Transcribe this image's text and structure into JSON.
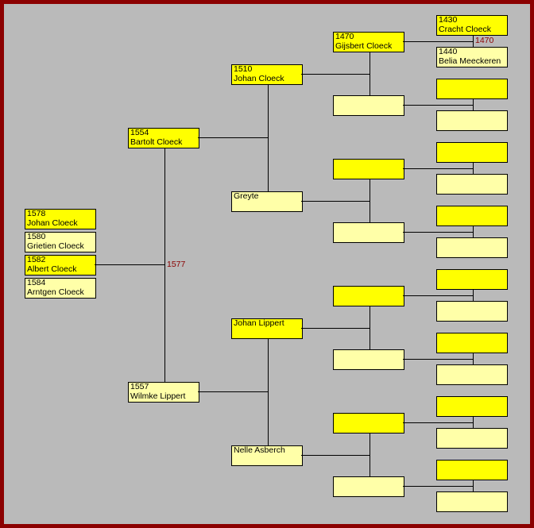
{
  "colors": {
    "male": "#ffff00",
    "female": "#ffffa8",
    "border": "#8b0000",
    "marriage_label": "#8b0000"
  },
  "children": [
    {
      "year": "1578",
      "name": "Johan Cloeck",
      "sex": "m"
    },
    {
      "year": "1580",
      "name": "Grietien Cloeck",
      "sex": "f"
    },
    {
      "year": "1582",
      "name": "Albert Cloeck",
      "sex": "m"
    },
    {
      "year": "1584",
      "name": "Arntgen Cloeck",
      "sex": "f"
    }
  ],
  "marriage_year": "1577",
  "ancestors": {
    "gen1": [
      {
        "year": "1554",
        "name": "Bartolt Cloeck"
      },
      {
        "year": "1557",
        "name": "Wilmke Lippert"
      }
    ],
    "gen2": [
      {
        "year": "1510",
        "name": "Johan Cloeck"
      },
      {
        "year": "",
        "name": "Greyte"
      },
      {
        "year": "",
        "name": "Johan Lippert"
      },
      {
        "year": "",
        "name": "Nelle Asberch"
      }
    ],
    "gen3": [
      {
        "year": "1470",
        "name": "Gijsbert Cloeck"
      },
      {
        "year": "",
        "name": ""
      },
      {
        "year": "",
        "name": ""
      },
      {
        "year": "",
        "name": ""
      },
      {
        "year": "",
        "name": ""
      },
      {
        "year": "",
        "name": ""
      },
      {
        "year": "",
        "name": ""
      },
      {
        "year": "",
        "name": ""
      }
    ],
    "gen4": [
      {
        "year": "1430",
        "name": "Cracht Cloeck"
      },
      {
        "year": "1440",
        "name": "Belia Meeckeren"
      },
      {
        "year": "",
        "name": ""
      },
      {
        "year": "",
        "name": ""
      },
      {
        "year": "",
        "name": ""
      },
      {
        "year": "",
        "name": ""
      },
      {
        "year": "",
        "name": ""
      },
      {
        "year": "",
        "name": ""
      },
      {
        "year": "",
        "name": ""
      },
      {
        "year": "",
        "name": ""
      },
      {
        "year": "",
        "name": ""
      },
      {
        "year": "",
        "name": ""
      },
      {
        "year": "",
        "name": ""
      },
      {
        "year": "",
        "name": ""
      },
      {
        "year": "",
        "name": ""
      },
      {
        "year": "",
        "name": ""
      }
    ]
  },
  "gen3_marriage_labels": [
    "1470",
    "",
    "",
    "",
    "",
    "",
    "",
    ""
  ]
}
